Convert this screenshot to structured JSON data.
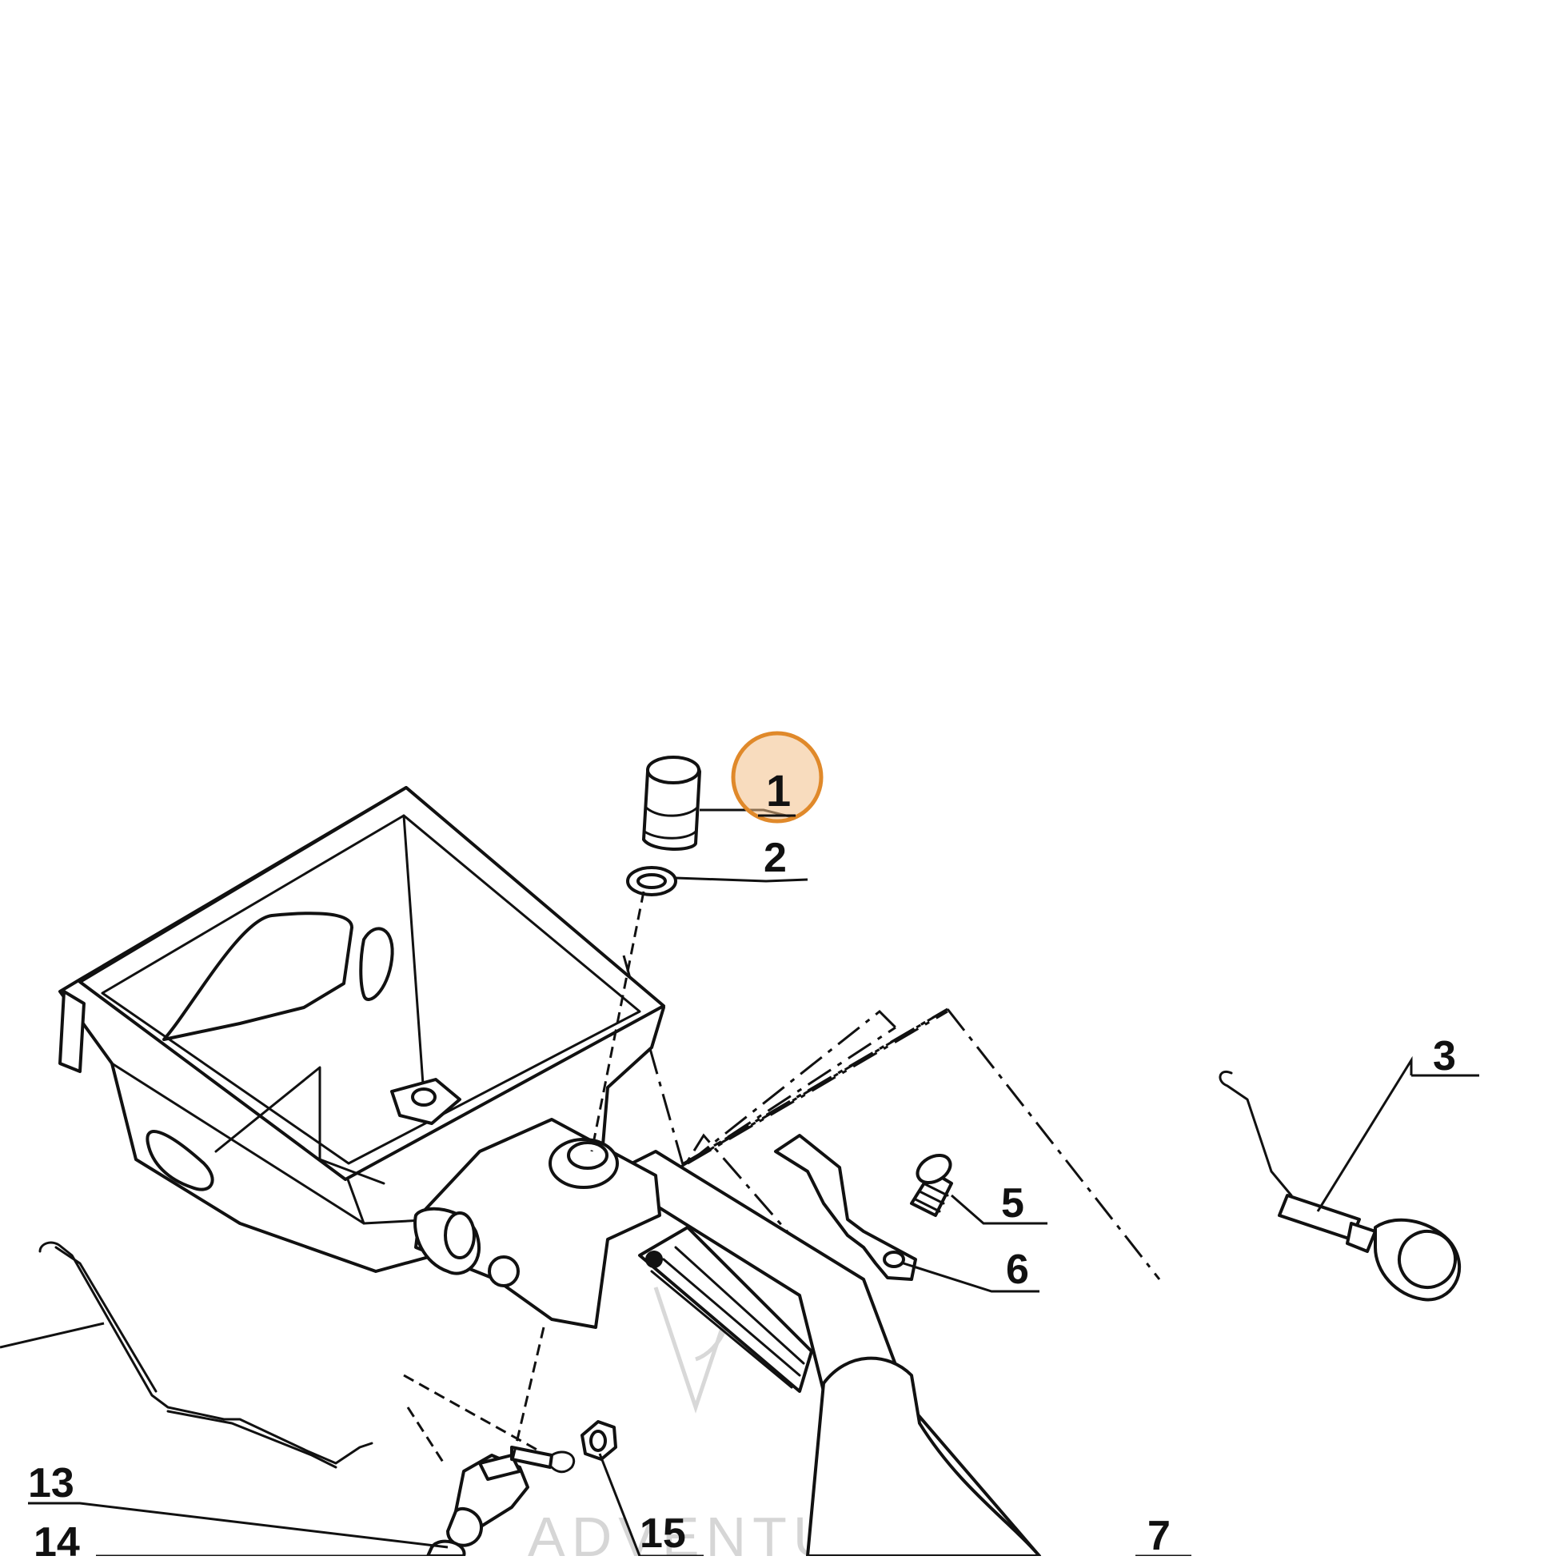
{
  "callouts": [
    {
      "id": "c1",
      "label": "1"
    },
    {
      "id": "c2",
      "label": "2"
    },
    {
      "id": "c3",
      "label": "3"
    },
    {
      "id": "c5",
      "label": "5"
    },
    {
      "id": "c6",
      "label": "6"
    },
    {
      "id": "c7",
      "label": "7"
    },
    {
      "id": "c13",
      "label": "13"
    },
    {
      "id": "c14",
      "label": "14"
    },
    {
      "id": "c15",
      "label": "15"
    }
  ],
  "highlight": {
    "callout": "1",
    "color": "#e0892a"
  },
  "watermark": {
    "text": "ADVENTURE"
  },
  "colors": {
    "line": "#111111",
    "background": "#ffffff",
    "highlight_fill": "#f2c089",
    "watermark": "#d8d8d8"
  }
}
